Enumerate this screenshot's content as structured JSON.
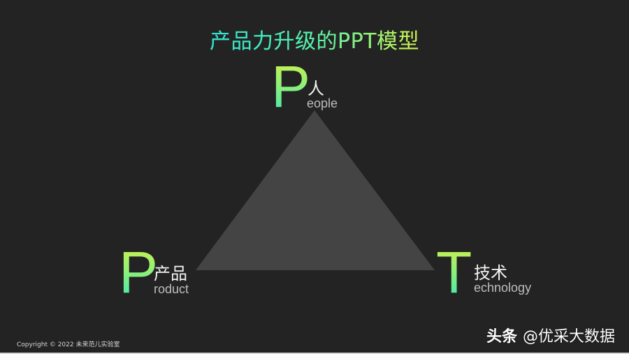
{
  "slide": {
    "title": "产品力升级的PPT模型",
    "background_color": "#232323",
    "triangle": {
      "color": "#444444",
      "apex": [
        450,
        158
      ],
      "base_left": [
        280,
        387
      ],
      "base_right": [
        622,
        387
      ]
    },
    "nodes": [
      {
        "id": "people",
        "letter": "P",
        "cn": "人",
        "en_rest": "eople",
        "full_en": "People"
      },
      {
        "id": "product",
        "letter": "P",
        "cn": "产品",
        "en_rest": "roduct",
        "full_en": "Product"
      },
      {
        "id": "technology",
        "letter": "T",
        "cn": "技术",
        "en_rest": "echnology",
        "full_en": "Technology"
      }
    ],
    "gradient": {
      "top": "#d2f24a",
      "bottom": "#3ee8b4"
    },
    "copyright": "Copyright © 2022 未来范儿实验室"
  },
  "watermark": {
    "platform": "头条",
    "handle": "@优采大数据"
  }
}
